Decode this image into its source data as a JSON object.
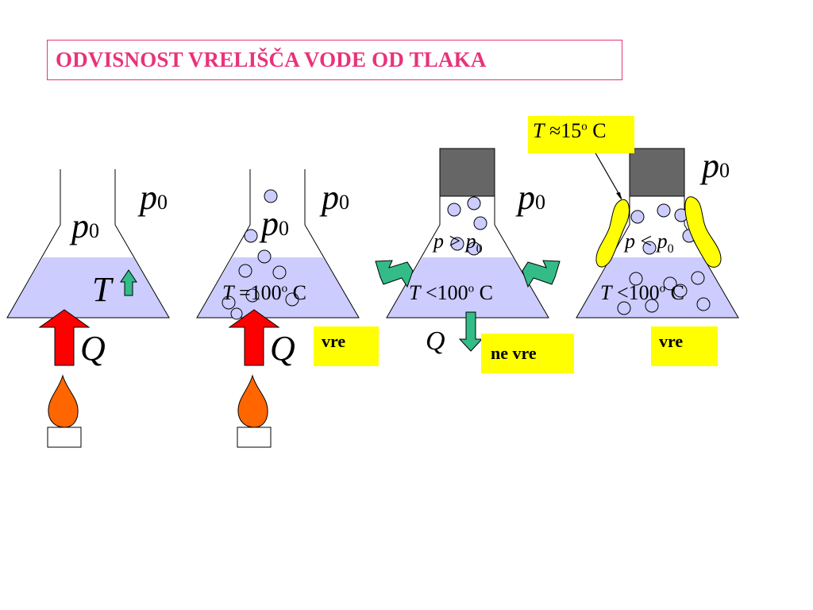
{
  "title": "ODVISNOST VRELIŠČA VODE OD TLAKA",
  "colors": {
    "title": "#e8337a",
    "water": "#ccccff",
    "bubble": "#ccccff",
    "arrow_heat": "#ff0000",
    "arrow_cool": "#33bb88",
    "flame": "#ff6600",
    "piston": "#666666",
    "tag": "#ffff00",
    "ice_pack": "#ffff00"
  },
  "flask1": {
    "symbol": "p",
    "subscript": "0",
    "inner_symbol": "p",
    "inner_subscript": "0",
    "temp_symbol": "T",
    "heat_symbol": "Q"
  },
  "flask2": {
    "symbol": "p",
    "subscript": "0",
    "inner_symbol": "p",
    "inner_subscript": "0",
    "temp_symbol": "T",
    "temp_rel": "=",
    "temp_value": "100",
    "temp_deg": "o",
    "temp_unit": "C",
    "heat_symbol": "Q",
    "status": "vre"
  },
  "flask3": {
    "symbol": "p",
    "subscript": "0",
    "inner_symbol": "p",
    "inner_rel": ">",
    "inner_symbol2": "p",
    "inner_subscript": "0",
    "temp_symbol": "T",
    "temp_rel": "<",
    "temp_value": "100",
    "temp_deg": "o",
    "temp_unit": "C",
    "heat_symbol": "Q",
    "status": "ne vre"
  },
  "flask4": {
    "symbol": "p",
    "subscript": "0",
    "inner_symbol": "p",
    "inner_rel": "<",
    "inner_symbol2": "p",
    "inner_subscript": "0",
    "temp_symbol": "T",
    "temp_rel": "<",
    "temp_value": "100",
    "temp_deg": "o",
    "temp_unit": "C",
    "status": "vre",
    "cool_symbol": "T",
    "cool_rel": "≈",
    "cool_value": "15",
    "cool_deg": "o",
    "cool_unit": "C"
  }
}
